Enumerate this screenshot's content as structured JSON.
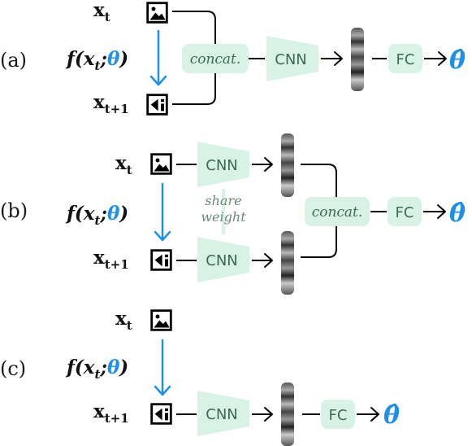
{
  "panels": [
    {
      "label": "(a)"
    },
    {
      "label": "(b)"
    },
    {
      "label": "(c)"
    }
  ],
  "math": {
    "x": "x",
    "sub_t": "t",
    "sub_t1": "t+1",
    "f_open": "f(x",
    "f_sep": ";",
    "theta": "θ",
    "f_close": ")",
    "theta_hat": "θ̂"
  },
  "blocks": {
    "cnn": "CNN",
    "fc": "FC",
    "concat": "concat.",
    "share_line1": "share",
    "share_line2": "weight"
  },
  "colors": {
    "accent_blue": "#1e90e8",
    "block_fill": "#d8f3e6",
    "block_text": "#3e6a55"
  }
}
